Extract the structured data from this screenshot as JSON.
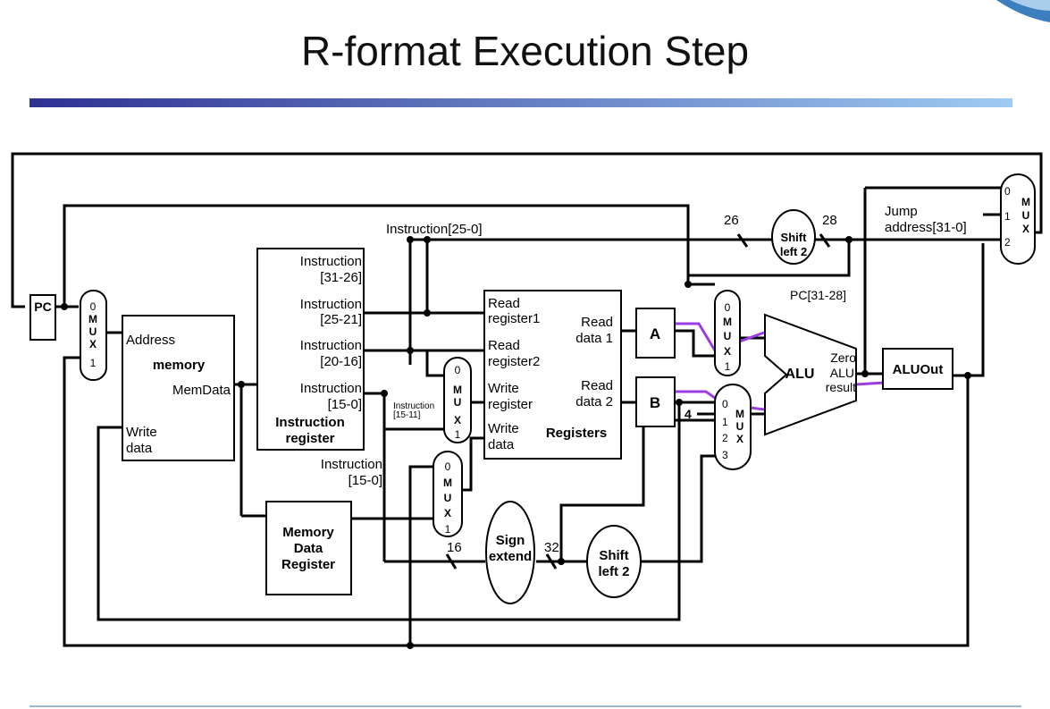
{
  "title": "R-format Execution Step",
  "colors": {
    "title_bar_start": "#2e3192",
    "title_bar_end": "#9ecbf2",
    "highlight": "#9b3de3",
    "footer": "#9fb7cf"
  },
  "pc": {
    "label": "PC"
  },
  "mux_pc": {
    "top": "0",
    "letters": [
      "M",
      "U",
      "X"
    ],
    "bottom": "1"
  },
  "memory": {
    "address": "Address",
    "title": "memory",
    "memdata": "MemData",
    "write1": "Write",
    "write2": "data"
  },
  "ir": {
    "f1a": "Instruction",
    "f1b": "[31-26]",
    "f2a": "Instruction",
    "f2b": "[25-21]",
    "f3a": "Instruction",
    "f3b": "[20-16]",
    "f4a": "Instruction",
    "f4b": "[15-0]",
    "name1": "Instruction",
    "name2": "register"
  },
  "mdr": {
    "l1": "Memory",
    "l2": "Data",
    "l3": "Register"
  },
  "labels": {
    "instr_25_0": "Instruction[25-0]",
    "instr_15_11_a": "Instruction",
    "instr_15_11_b": "[15-11]",
    "instr_15_0_a": "Instruction",
    "instr_15_0_b": "[15-0]",
    "bits26": "26",
    "bits28": "28",
    "bits16": "16",
    "bits32": "32",
    "jump1": "Jump",
    "jump2": "address[31-0]",
    "pc31_28": "PC[31-28]",
    "four": "4"
  },
  "registers": {
    "rr1a": "Read",
    "rr1b": "register1",
    "rr2a": "Read",
    "rr2b": "register2",
    "wra": "Write",
    "wrb": "register",
    "wda": "Write",
    "wdb": "data",
    "rd1a": "Read",
    "rd1b": "data 1",
    "rd2a": "Read",
    "rd2b": "data 2",
    "name": "Registers"
  },
  "reg_a": "A",
  "reg_b": "B",
  "mux_wr": {
    "top": "0",
    "letters": [
      "M",
      "U",
      "X"
    ],
    "bottom": "1"
  },
  "mux_wd": {
    "top": "0",
    "letters": [
      "M",
      "U",
      "X"
    ],
    "bottom": "1"
  },
  "mux_a": {
    "top": "0",
    "letters": [
      "M",
      "U",
      "X"
    ],
    "bottom": "1"
  },
  "mux_b": {
    "inputs": [
      "0",
      "1",
      "2",
      "3"
    ],
    "letters": [
      "M",
      "U",
      "X"
    ]
  },
  "mux_j": {
    "inputs": [
      "0",
      "1",
      "2"
    ],
    "letters": [
      "M",
      "U",
      "X"
    ]
  },
  "sign_extend": {
    "l1": "Sign",
    "l2": "extend"
  },
  "shift_top": {
    "l1": "Shift",
    "l2": "left 2"
  },
  "shift_bottom": {
    "l1": "Shift",
    "l2": "left 2"
  },
  "alu": {
    "name": "ALU",
    "zero": "Zero",
    "res1": "ALU",
    "res2": "result"
  },
  "aluout": "ALUOut"
}
